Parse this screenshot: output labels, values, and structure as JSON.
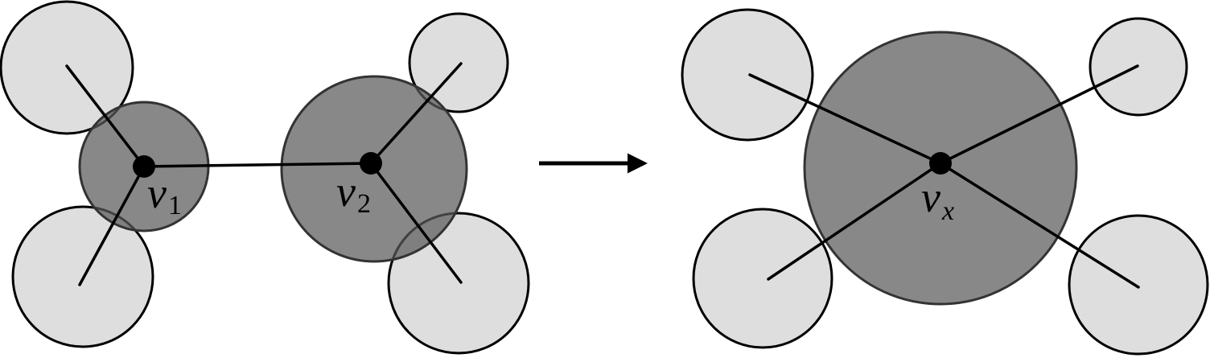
{
  "diagram": {
    "left_graph": {
      "node_1": {
        "label": "v",
        "subscript": "1"
      },
      "node_2": {
        "label": "v",
        "subscript": "2"
      }
    },
    "right_graph": {
      "merged_node": {
        "label": "v",
        "subscript": "x"
      }
    },
    "colors": {
      "light_fill": "#dedede",
      "dark_fill": "#5a5a5a",
      "stroke": "#000000"
    },
    "transition_arrow": "right-arrow"
  }
}
